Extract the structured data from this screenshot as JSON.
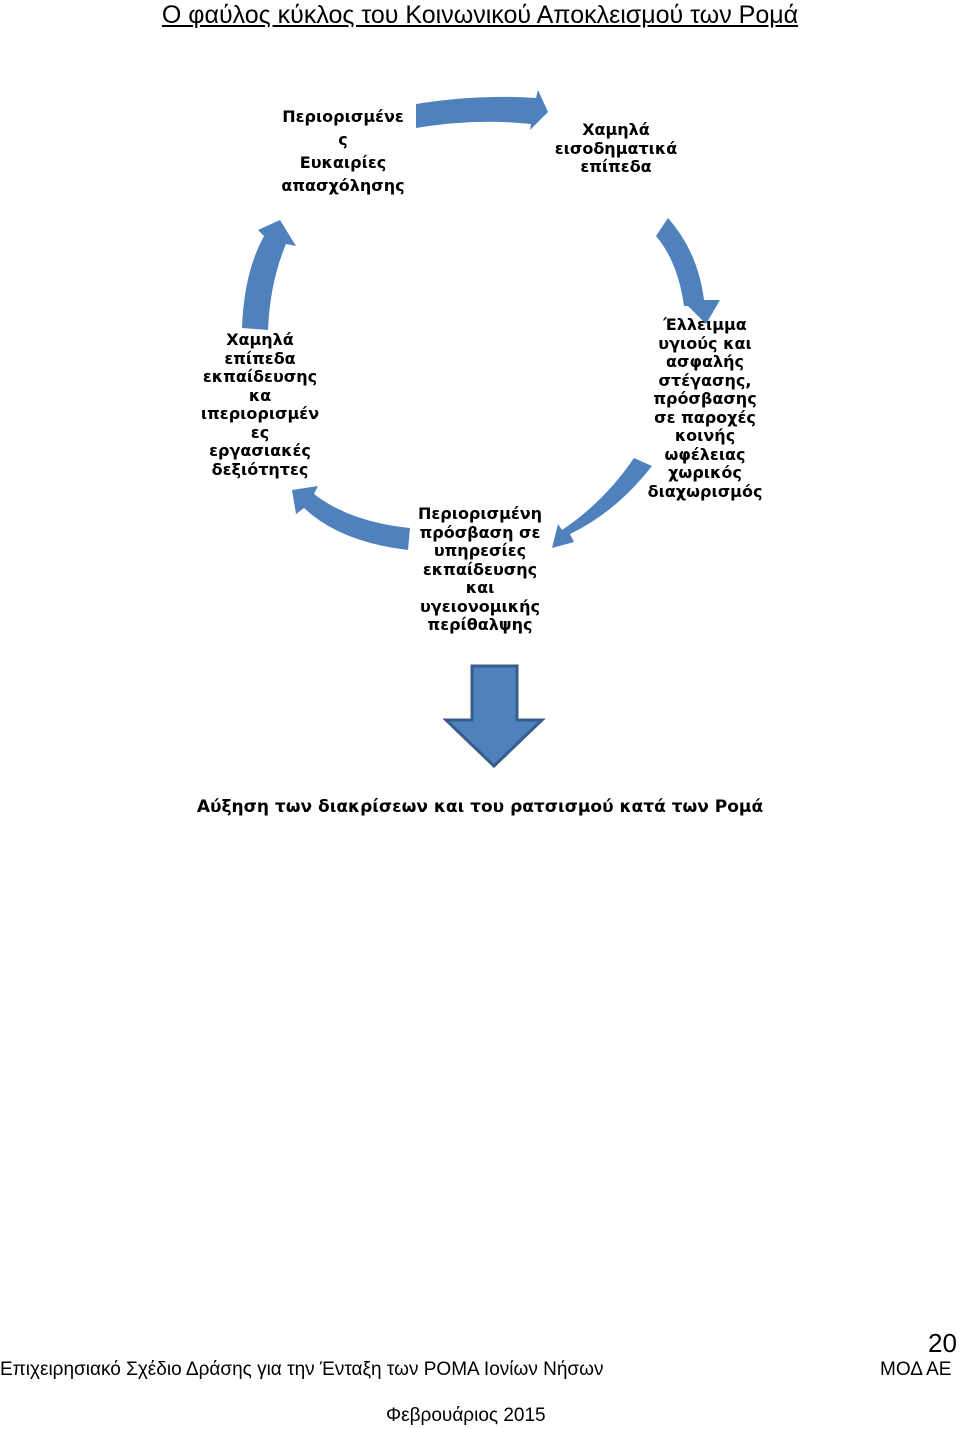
{
  "title": "Ο φαύλος κύκλος του Κοινωνικού Αποκλεισμού των Ρομά",
  "cycle": {
    "nodes": [
      {
        "id": "employment",
        "lines": [
          "Περιορισμένε",
          "ς",
          "Ευκαιρίες",
          "απασχόλησης"
        ]
      },
      {
        "id": "income",
        "lines": [
          "Χαμηλά",
          "εισοδηματικά",
          "επίπεδα"
        ]
      },
      {
        "id": "housing",
        "lines": [
          "Έλλειμμα",
          "υγιούς και",
          "ασφαλής",
          "στέγασης,",
          "πρόσβασης",
          "σε παροχές",
          "κοινής",
          "ωφέλειας",
          "χωρικός",
          "διαχωρισμός"
        ]
      },
      {
        "id": "services",
        "lines": [
          "Περιορισμένη",
          "πρόσβαση σε",
          "υπηρεσίες",
          "εκπαίδευσης",
          "και",
          "υγειονομικής",
          "περίθαλψης"
        ]
      },
      {
        "id": "education",
        "lines": [
          "Χαμηλά",
          "επίπεδα",
          "εκπαίδευσης",
          "κα",
          "ιπεριορισμέν",
          "ες",
          "εργασιακές",
          "δεξιότητες"
        ]
      }
    ],
    "arrow_color": "#4f81bd",
    "arrow_border": "#385d8a"
  },
  "conclusion": "Αύξηση των διακρίσεων και του ρατσισμού κατά των Ρομά",
  "footer": {
    "page_number": "20",
    "document_title": "Επιχειρησιακό Σχέδιο Δράσης για την Ένταξη των ΡΟΜΑ Ιονίων Νήσων",
    "organization": "ΜΟΔ ΑΕ",
    "date": "Φεβρουάριος 2015"
  }
}
